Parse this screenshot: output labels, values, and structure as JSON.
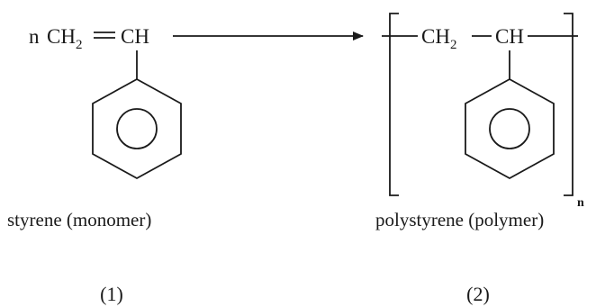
{
  "monomer": {
    "coefficient": "n",
    "ch2": "CH",
    "ch2_subscript": "2",
    "ch": "CH",
    "caption": "styrene (monomer)",
    "label": "(1)"
  },
  "polymer": {
    "ch2": "CH",
    "ch2_subscript": "2",
    "ch": "CH",
    "repeat_subscript": "n",
    "caption": "polystyrene (polymer)",
    "label": "(2)"
  }
}
